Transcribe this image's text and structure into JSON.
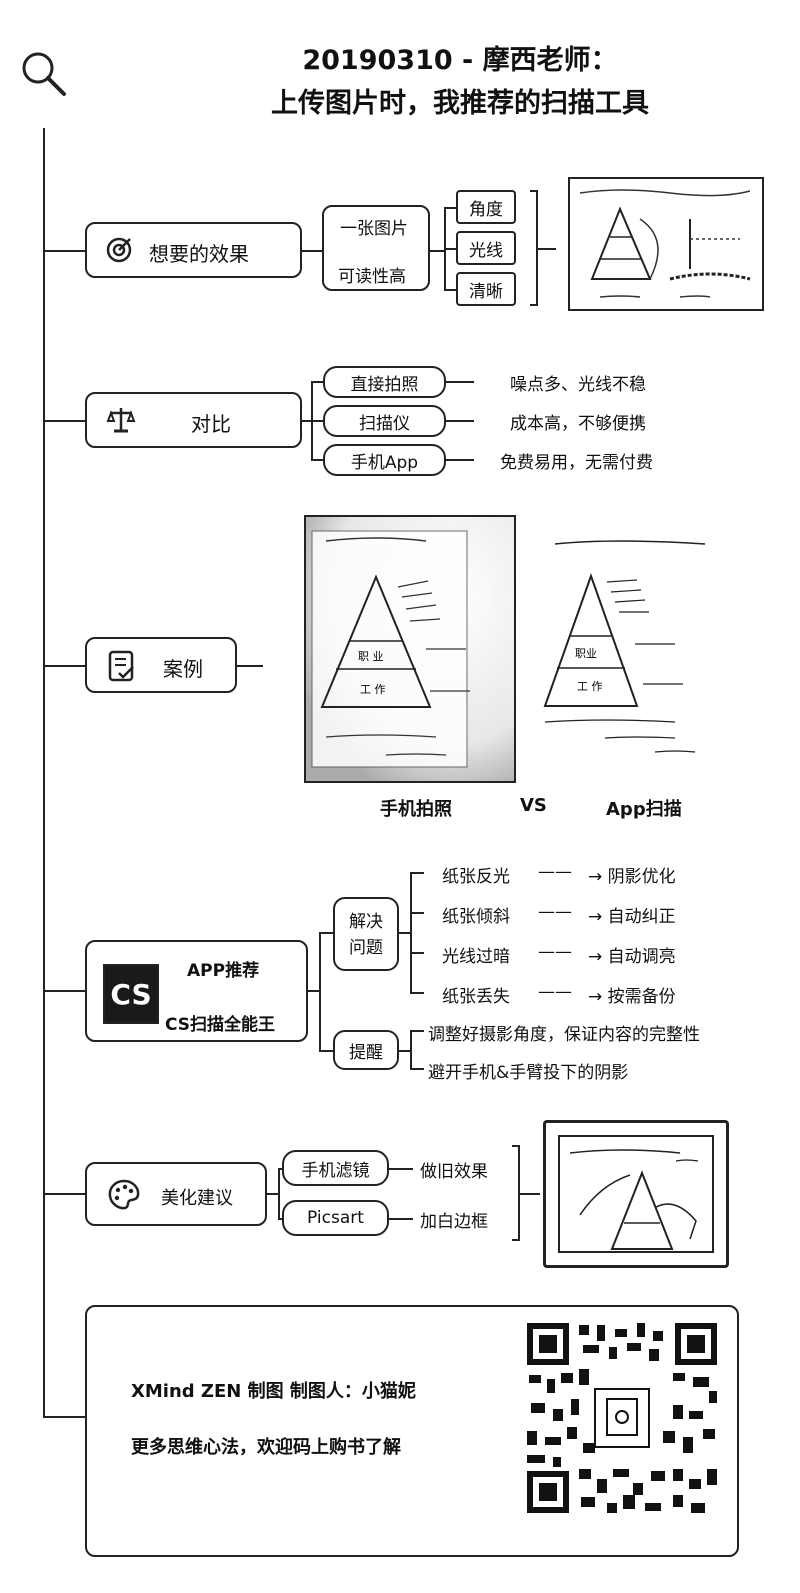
{
  "title": {
    "line1": "20190310 - 摩西老师：",
    "line2": "上传图片时，我推荐的扫描工具"
  },
  "branches": {
    "effect": {
      "label": "想要的效果",
      "icon": "target-icon",
      "sub": [
        "一张图片",
        "可读性高"
      ],
      "tags": [
        "角度",
        "光线",
        "清晰"
      ]
    },
    "compare": {
      "label": "对比",
      "icon": "scale-icon",
      "items": [
        {
          "name": "直接拍照",
          "note": "噪点多、光线不稳"
        },
        {
          "name": "扫描仪",
          "note": "成本高，不够便携"
        },
        {
          "name": "手机App",
          "note": "免费易用，无需付费"
        }
      ]
    },
    "case": {
      "label": "案例",
      "icon": "checklist-icon",
      "caption_left": "手机拍照",
      "caption_vs": "VS",
      "caption_right": "App扫描",
      "pyramid_left": {
        "mid": "职 业",
        "base": "工 作"
      },
      "pyramid_right": {
        "mid": "职业",
        "base": "工 作"
      }
    },
    "app": {
      "logo": "CS",
      "line1": "APP推荐",
      "line2": "CS扫描全能王",
      "solve_label": "解决\n问题",
      "solve_line1": "解决",
      "solve_line2": "问题",
      "problems": [
        {
          "issue": "纸张反光",
          "dash": "——",
          "fix": "→ 阴影优化"
        },
        {
          "issue": "纸张倾斜",
          "dash": "——",
          "fix": "→ 自动纠正"
        },
        {
          "issue": "光线过暗",
          "dash": "——",
          "fix": "→ 自动调亮"
        },
        {
          "issue": "纸张丢失",
          "dash": "——",
          "fix": "→ 按需备份"
        }
      ],
      "tip_label": "提醒",
      "tips": [
        "调整好摄影角度，保证内容的完整性",
        "避开手机&手臂投下的阴影"
      ]
    },
    "beautify": {
      "label": "美化建议",
      "icon": "palette-icon",
      "items": [
        {
          "name": "手机滤镜",
          "note": "做旧效果"
        },
        {
          "name": "Picsart",
          "note": "加白边框"
        }
      ]
    }
  },
  "footer": {
    "line1": "XMind ZEN 制图  制图人：小猫妮",
    "line2": "更多思维心法，欢迎码上购书了解"
  }
}
